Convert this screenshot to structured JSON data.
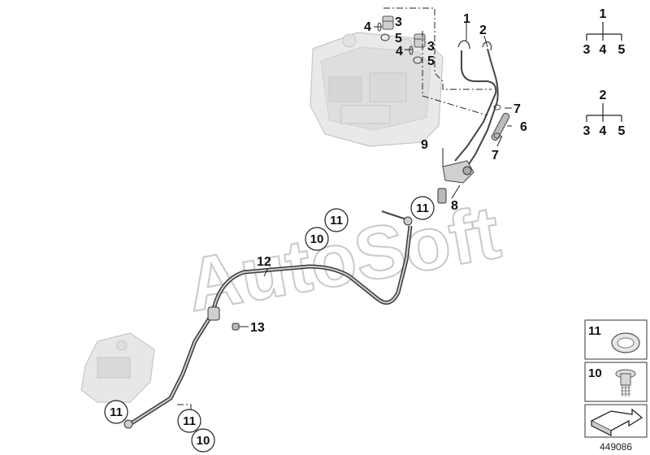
{
  "watermark": "AutoSoft",
  "diagram_number": "449086",
  "callouts": {
    "c1": "1",
    "c2": "2",
    "c3a": "3",
    "c4a": "4",
    "c5a": "5",
    "c3b": "3",
    "c4b": "4",
    "c5b": "5",
    "c6": "6",
    "c7a": "7",
    "c7b": "7",
    "c8": "8",
    "c9": "9",
    "c10a": "10",
    "c10b": "10",
    "c11a": "11",
    "c11b": "11",
    "c11c": "11",
    "c11d": "11",
    "c12": "12",
    "c13": "13"
  },
  "tree1": {
    "root": "1",
    "children": [
      "3",
      "4",
      "5"
    ]
  },
  "tree2": {
    "root": "2",
    "children": [
      "3",
      "4",
      "5"
    ]
  },
  "legend": {
    "item11_label": "11",
    "item10_label": "10"
  }
}
